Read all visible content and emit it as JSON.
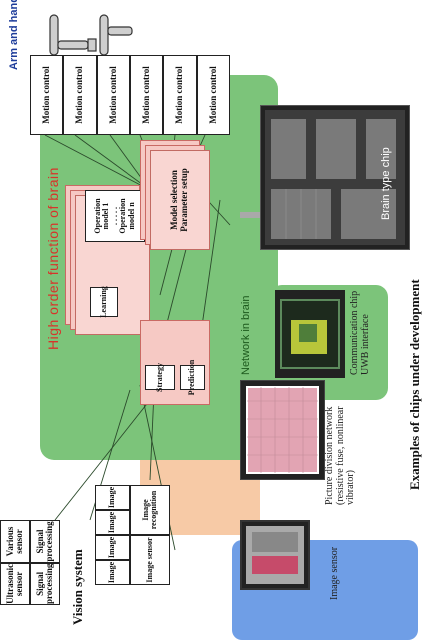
{
  "labels": {
    "arm_and_hand": "Arm and hand",
    "higher_order": "High order function of brain",
    "network_in_brain": "Network in brain",
    "vision_system": "Vision system",
    "examples": "Examples of chips under development",
    "brain_type_chip": "Brain type chip"
  },
  "motion_controls": [
    "Motion control",
    "Motion control",
    "Motion control",
    "Motion control",
    "Motion control",
    "Motion control"
  ],
  "sensors": [
    {
      "sensor": "Ultrasonic sensor",
      "processing": "Signal processing"
    },
    {
      "sensor": "Various sensor",
      "processing": "Signal processing"
    }
  ],
  "vision": {
    "image1": "Image",
    "image2": "Image",
    "image3": "Image",
    "image4": "Image",
    "image_sensor": "Image sensor",
    "image_recognition": "Image recognition"
  },
  "brain": {
    "learning": "Learning",
    "operation_model_1": "Operation model 1",
    "dots": ". . . . .",
    "operation_model_n": "Operation model n",
    "model_selection": "Model selection",
    "parameter_setup": "Parameter setup",
    "strategy": "Strategy",
    "prediction": "Prediction"
  },
  "chips": {
    "communication": "Communication chip UWB interface",
    "picture_division": "Picture division network (resistive fuse, nonlinear vibrator)",
    "image_sensor": "Image sensor"
  },
  "colors": {
    "green": "#7cc47a",
    "pink": "#f6c9c4",
    "blue": "#6f9ee6",
    "peach": "#f7caa6",
    "label_red": "#d8332a",
    "label_blue": "#1d3c9a"
  }
}
